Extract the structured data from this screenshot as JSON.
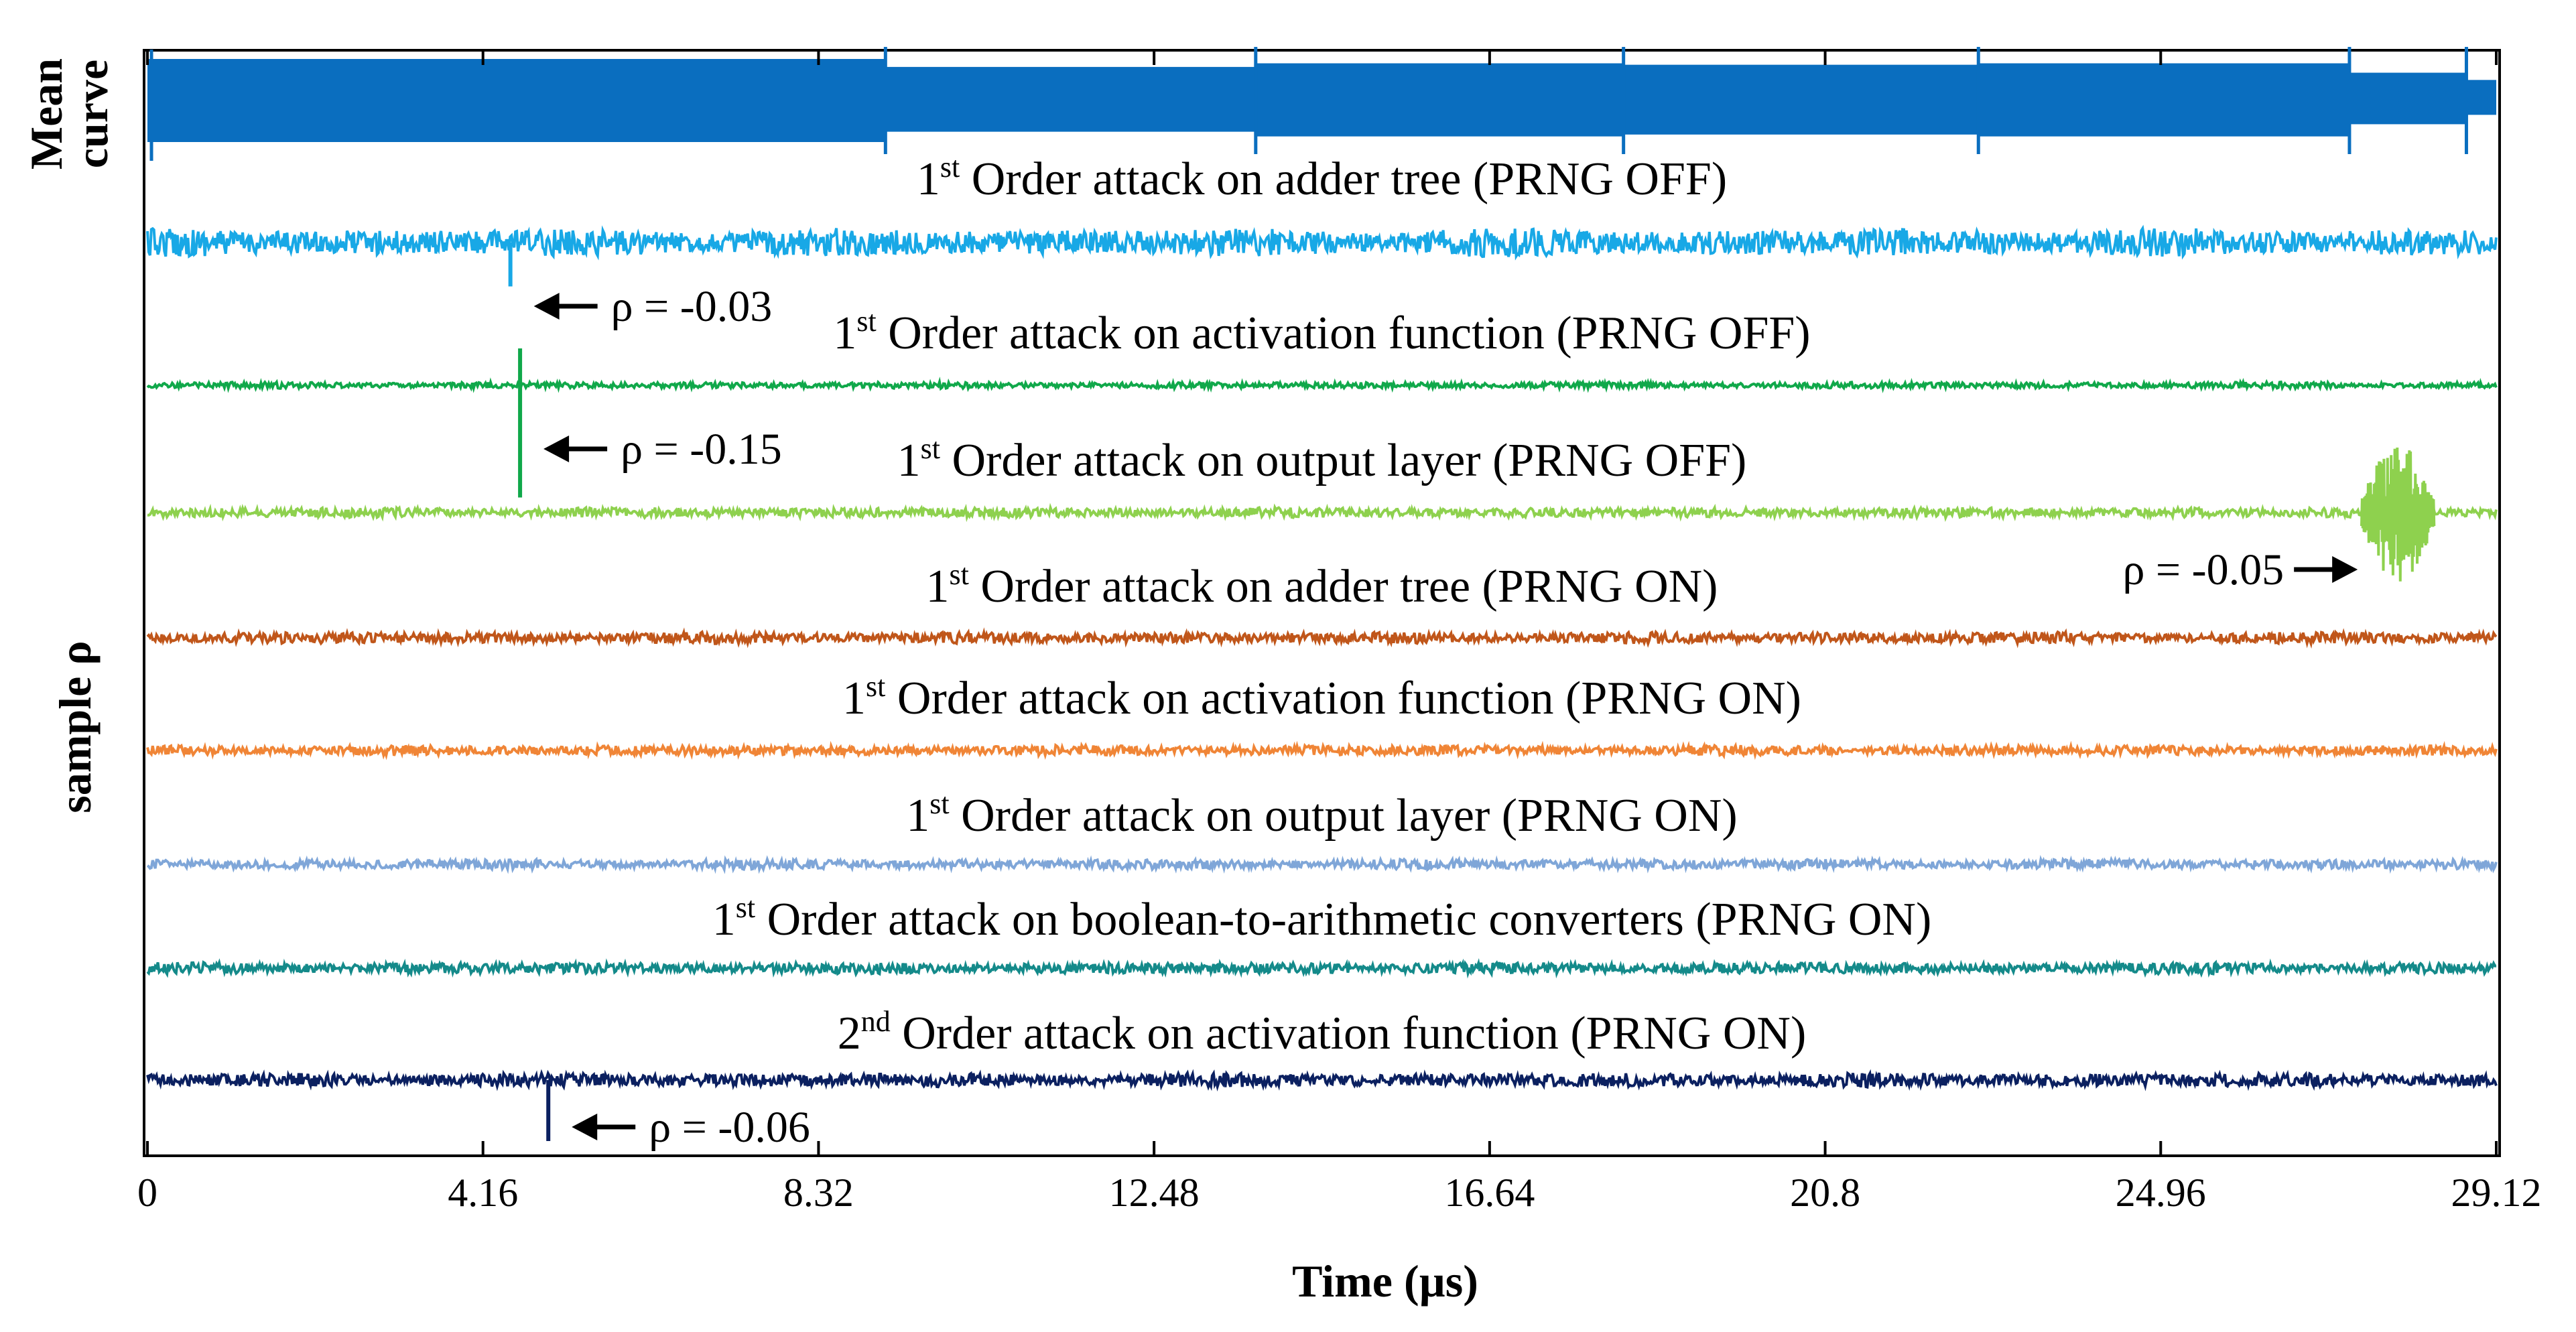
{
  "chart_data": {
    "type": "line",
    "xlabel": "Time (µs)",
    "ylabel_top": "Mean curve",
    "ylabel_top_lines": [
      "Mean",
      "curve"
    ],
    "ylabel_bottom": "sample ρ",
    "xlim": [
      0,
      29.12
    ],
    "x_ticks": [
      0,
      4.16,
      8.32,
      12.48,
      16.64,
      20.8,
      24.96,
      29.12
    ],
    "x_tick_labels": [
      "0",
      "4.16",
      "8.32",
      "12.48",
      "16.64",
      "20.8",
      "24.96",
      "29.12"
    ],
    "grid": false,
    "legend": "none",
    "series": [
      {
        "kind": "mean",
        "color": "#0a6ebf",
        "label": "",
        "label_order": "",
        "label_text": "",
        "noise": 0.55,
        "segments": [
          [
            0,
            9.15
          ],
          [
            9.15,
            13.74
          ],
          [
            13.74,
            18.3
          ],
          [
            18.3,
            22.7
          ],
          [
            22.7,
            27.3
          ],
          [
            27.3,
            28.75
          ],
          [
            28.75,
            29.12
          ]
        ],
        "segment_amplitude": [
          1.0,
          0.78,
          0.88,
          0.84,
          0.88,
          0.62,
          0.42
        ]
      },
      {
        "label_order": "1",
        "label_suffix": "st",
        "label_text": "Order attack on adder tree (PRNG OFF)",
        "color": "#18a8e6",
        "noise": 0.32,
        "spike": {
          "x": 4.5,
          "value": -0.03
        },
        "annotation": {
          "text": "ρ = -0.03",
          "side": "right"
        }
      },
      {
        "label_order": "1",
        "label_suffix": "st",
        "label_text": "Order attack on activation function (PRNG OFF)",
        "color": "#10a84a",
        "noise": 0.12,
        "spike": {
          "x": 4.62,
          "value": -0.15
        },
        "annotation": {
          "text": "ρ = -0.15",
          "side": "right"
        }
      },
      {
        "label_order": "1",
        "label_suffix": "st",
        "label_text": "Order attack on output layer (PRNG OFF)",
        "color": "#8ed14e",
        "noise": 0.14,
        "spike": {
          "x": 27.9,
          "value": -0.05
        },
        "annotation": {
          "text": "ρ = -0.05",
          "side": "left"
        }
      },
      {
        "label_order": "1",
        "label_suffix": "st",
        "label_text": "Order attack on adder tree (PRNG ON)",
        "color": "#c0561a",
        "noise": 0.16
      },
      {
        "label_order": "1",
        "label_suffix": "st",
        "label_text": "Order attack on activation function (PRNG ON)",
        "color": "#f08536",
        "noise": 0.14
      },
      {
        "label_order": "1",
        "label_suffix": "st",
        "label_text": "Order attack on output layer (PRNG ON)",
        "color": "#7fa6d8",
        "noise": 0.14
      },
      {
        "label_order": "1",
        "label_suffix": "st",
        "label_text": "Order attack on boolean-to-arithmetic converters (PRNG ON)",
        "color": "#148a8a",
        "noise": 0.16
      },
      {
        "label_order": "2",
        "label_suffix": "nd",
        "label_text": "Order attack on activation function (PRNG ON)",
        "color": "#0b2060",
        "noise": 0.2,
        "spike": {
          "x": 4.97,
          "value": -0.06
        },
        "annotation": {
          "text": "ρ = -0.06",
          "side": "right"
        }
      }
    ]
  }
}
